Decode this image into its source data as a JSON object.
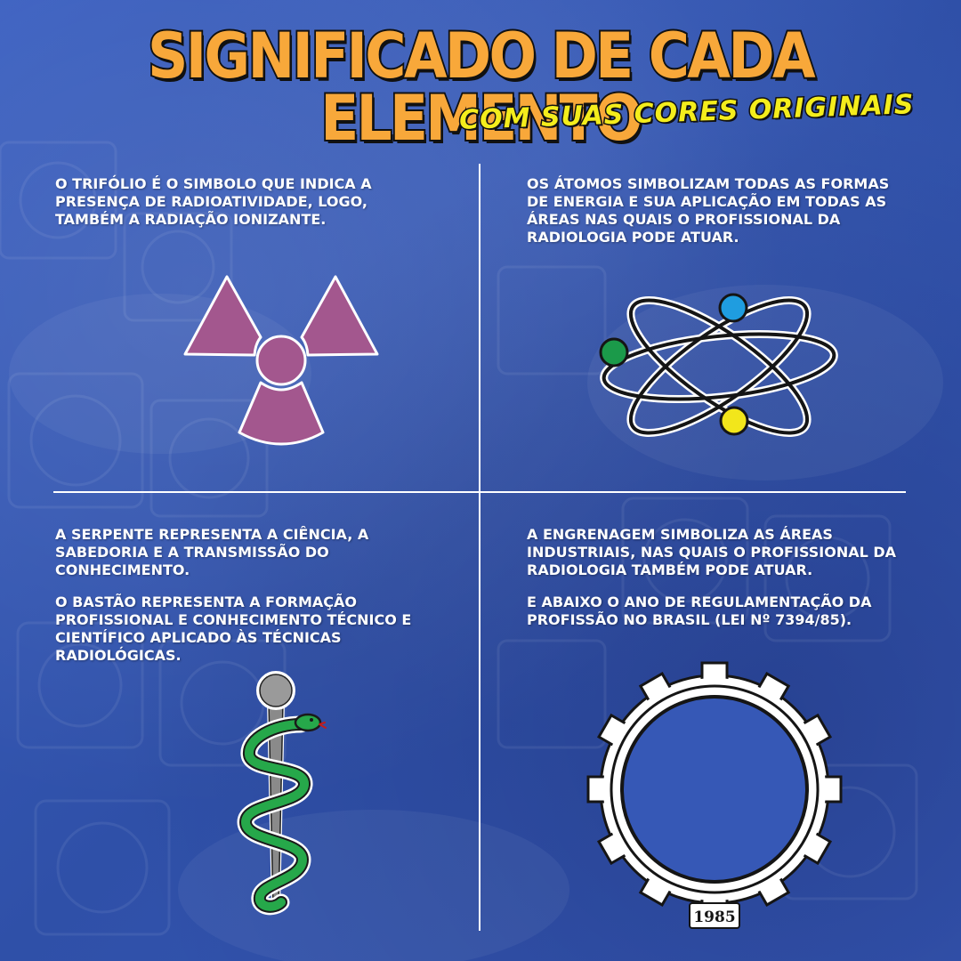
{
  "header": {
    "title": "SIGNIFICADO DE CADA ELEMENTO",
    "subtitle": "COM SUAS CORES ORIGINAIS"
  },
  "quadrants": {
    "trefoil": {
      "text": "O TRIFÓLIO É O SIMBOLO QUE INDICA A PRESENÇA DE RADIOATIVIDADE, LOGO, TAMBÉM A RADIAÇÃO IONIZANTE.",
      "icon": "radiation-trefoil-icon",
      "color": "#a3578e"
    },
    "atom": {
      "text": "OS ÁTOMOS SIMBOLIZAM TODAS AS FORMAS DE ENERGIA E SUA APLICAÇÃO EM TODAS AS ÁREAS NAS QUAIS O PROFISSIONAL DA RADIOLOGIA PODE ATUAR.",
      "icon": "atom-icon",
      "electron_colors": [
        "#1f9de0",
        "#1b9a4a",
        "#f2e61b"
      ]
    },
    "serpent": {
      "text_1": "A SERPENTE REPRESENTA A CIÊNCIA, A SABEDORIA E A TRANSMISSÃO DO CONHECIMENTO.",
      "text_2": "O BASTÃO REPRESENTA A FORMAÇÃO PROFISSIONAL E CONHECIMENTO TÉCNICO E CIENTÍFICO APLICADO ÀS TÉCNICAS RADIOLÓGICAS.",
      "icon": "serpent-staff-icon",
      "snake_color": "#26a84a",
      "staff_color": "#8a8a8a"
    },
    "gear": {
      "text_1": "A ENGRENAGEM SIMBOLIZA AS ÁREAS INDUSTRIAIS, NAS QUAIS O PROFISSIONAL DA RADIOLOGIA TAMBÉM PODE ATUAR.",
      "text_2": "E ABAIXO O ANO DE REGULAMENTAÇÃO DA PROFISSÃO NO BRASIL (LEI Nº 7394/85).",
      "icon": "gear-icon",
      "year": "1985"
    }
  }
}
